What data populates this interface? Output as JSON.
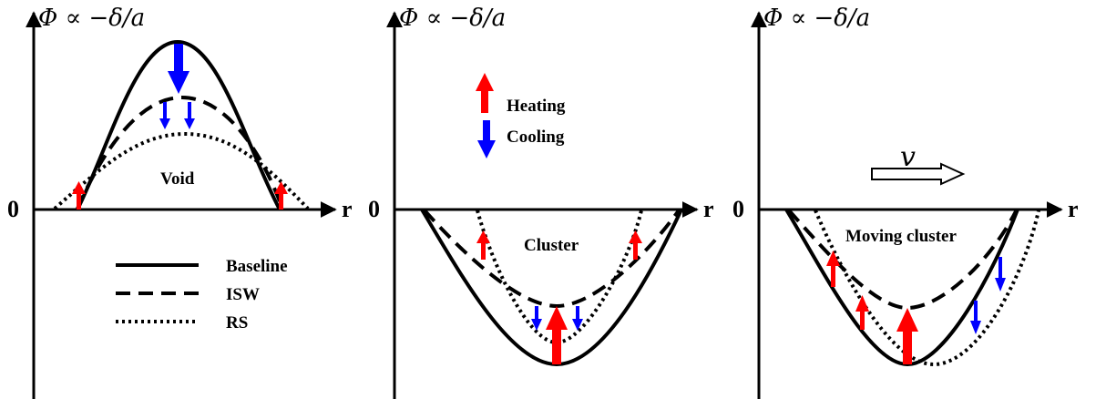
{
  "colors": {
    "heating": "#ff0000",
    "cooling": "#0000ff",
    "line": "#000000"
  },
  "panels": [
    {
      "y_label": "Φ ∝ −δ/a",
      "zero_label": "0",
      "x_label": "r",
      "region_label": "Void"
    },
    {
      "y_label": "Φ ∝ −δ/a",
      "zero_label": "0",
      "x_label": "r",
      "region_label": "Cluster"
    },
    {
      "y_label": "Φ ∝ −δ/a",
      "zero_label": "0",
      "x_label": "r",
      "region_label": "Moving cluster",
      "velocity_label": "v"
    }
  ],
  "legend_arrows": {
    "heating": "Heating",
    "cooling": "Cooling"
  },
  "legend_lines": {
    "baseline": "Baseline",
    "isw": "ISW",
    "rs": "RS"
  }
}
